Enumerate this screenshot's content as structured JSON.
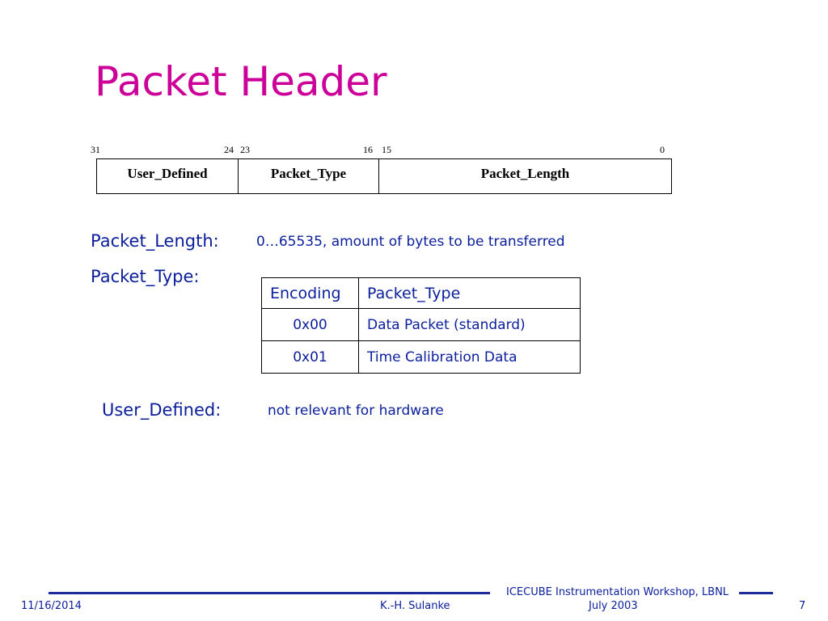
{
  "title": "Packet Header",
  "bitfield": {
    "bit_labels": [
      "31",
      "24",
      "23",
      "16",
      "15",
      "0"
    ],
    "fields": [
      {
        "name": "User_Defined"
      },
      {
        "name": "Packet_Type"
      },
      {
        "name": "Packet_Length"
      }
    ]
  },
  "packet_length": {
    "label": "Packet_Length:",
    "description": "0…65535, amount of bytes to be transferred"
  },
  "packet_type": {
    "label": "Packet_Type:",
    "table": {
      "headers": [
        "Encoding",
        "Packet_Type"
      ],
      "rows": [
        [
          "0x00",
          "Data Packet (standard)"
        ],
        [
          "0x01",
          "Time Calibration Data"
        ]
      ]
    }
  },
  "user_defined": {
    "label": "User_Defined:",
    "description": "not relevant for hardware"
  },
  "footer": {
    "date": "11/16/2014",
    "author": "K.-H. Sulanke",
    "event_line1": "ICECUBE Instrumentation Workshop, LBNL",
    "event_line2": "July 2003",
    "page": "7"
  },
  "colors": {
    "title": "#cc0099",
    "text": "#0a1e9c",
    "footer_bar": "#1c2a9c"
  }
}
